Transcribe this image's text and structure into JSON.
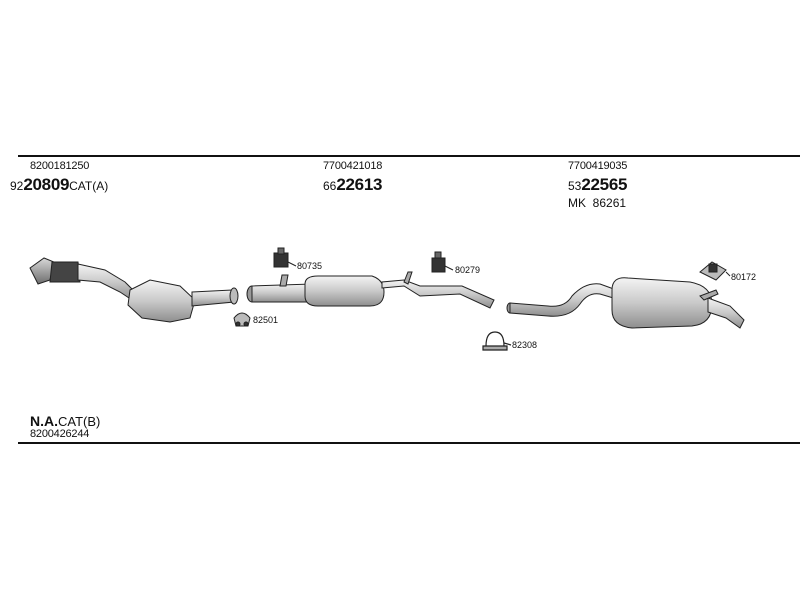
{
  "groups": [
    {
      "part_no": "8200181250",
      "prefix": "92",
      "code": "20809",
      "suffix": "CAT(A)"
    },
    {
      "part_no": "7700421018",
      "prefix": "66",
      "code": "22613",
      "suffix": ""
    },
    {
      "part_no": "7700419035",
      "prefix": "53",
      "code": "22565",
      "suffix": "",
      "kit": "MK  86261"
    }
  ],
  "parts": {
    "p80735": "80735",
    "p82501": "82501",
    "p80279": "80279",
    "p82308": "82308",
    "p80172": "80172"
  },
  "footer": {
    "na_bold": "N.A.",
    "na_suffix": "CAT(B)",
    "part_no": "8200426244"
  }
}
